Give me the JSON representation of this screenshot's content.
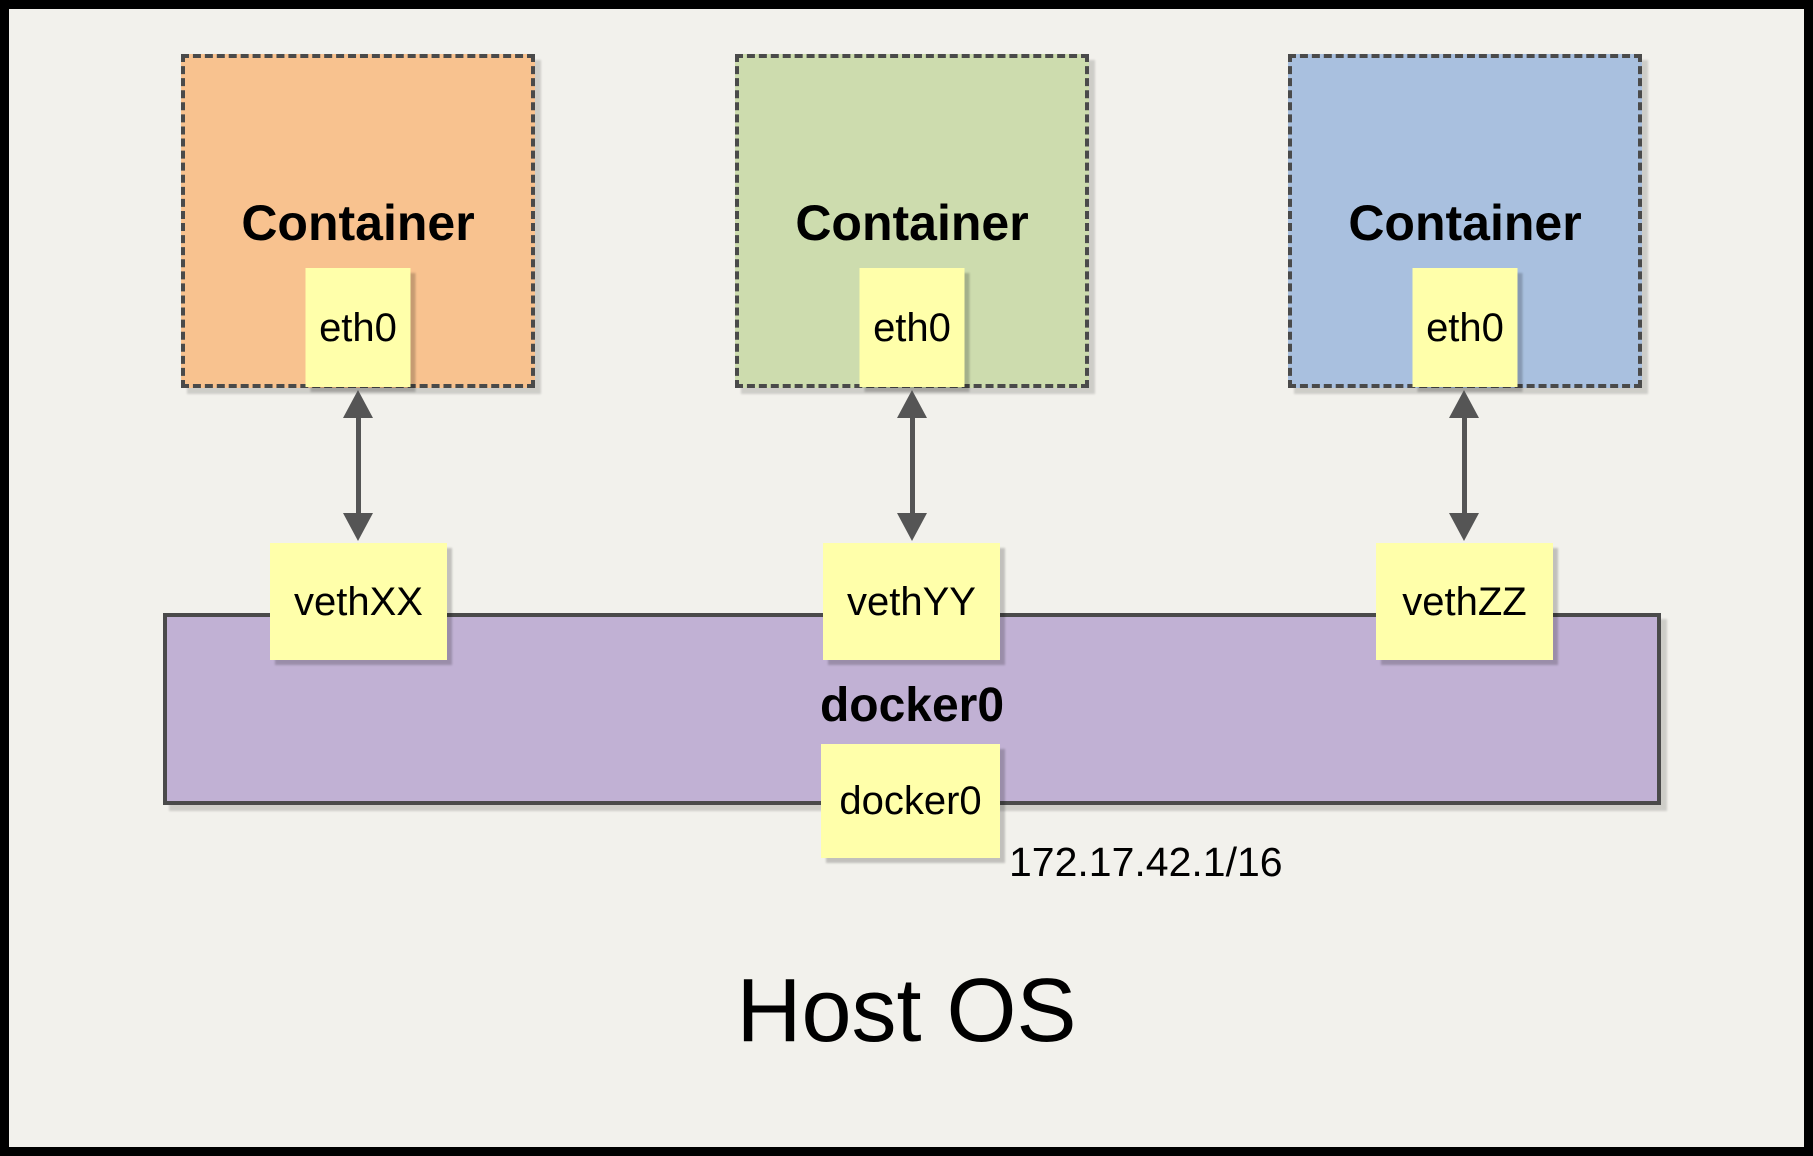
{
  "diagram": {
    "host_label": "Host OS",
    "bridge": {
      "label": "docker0",
      "interface_label": "docker0",
      "ip": "172.17.42.1/16",
      "fill": "#c1b1d4"
    },
    "containers": [
      {
        "title": "Container",
        "interface_label": "eth0",
        "veth_label": "vethXX",
        "fill": "#f8c28f"
      },
      {
        "title": "Container",
        "interface_label": "eth0",
        "veth_label": "vethYY",
        "fill": "#cddcae"
      },
      {
        "title": "Container",
        "interface_label": "eth0",
        "veth_label": "vethZZ",
        "fill": "#a9c0df"
      }
    ],
    "colors": {
      "background": "#f2f1ec",
      "frame_border": "#000000",
      "interface_box_yellow": "#ffffaa",
      "dashed_border": "#4a4a4a",
      "bridge_border": "#4a4a4a",
      "arrow": "#555555",
      "text": "#000000"
    }
  }
}
